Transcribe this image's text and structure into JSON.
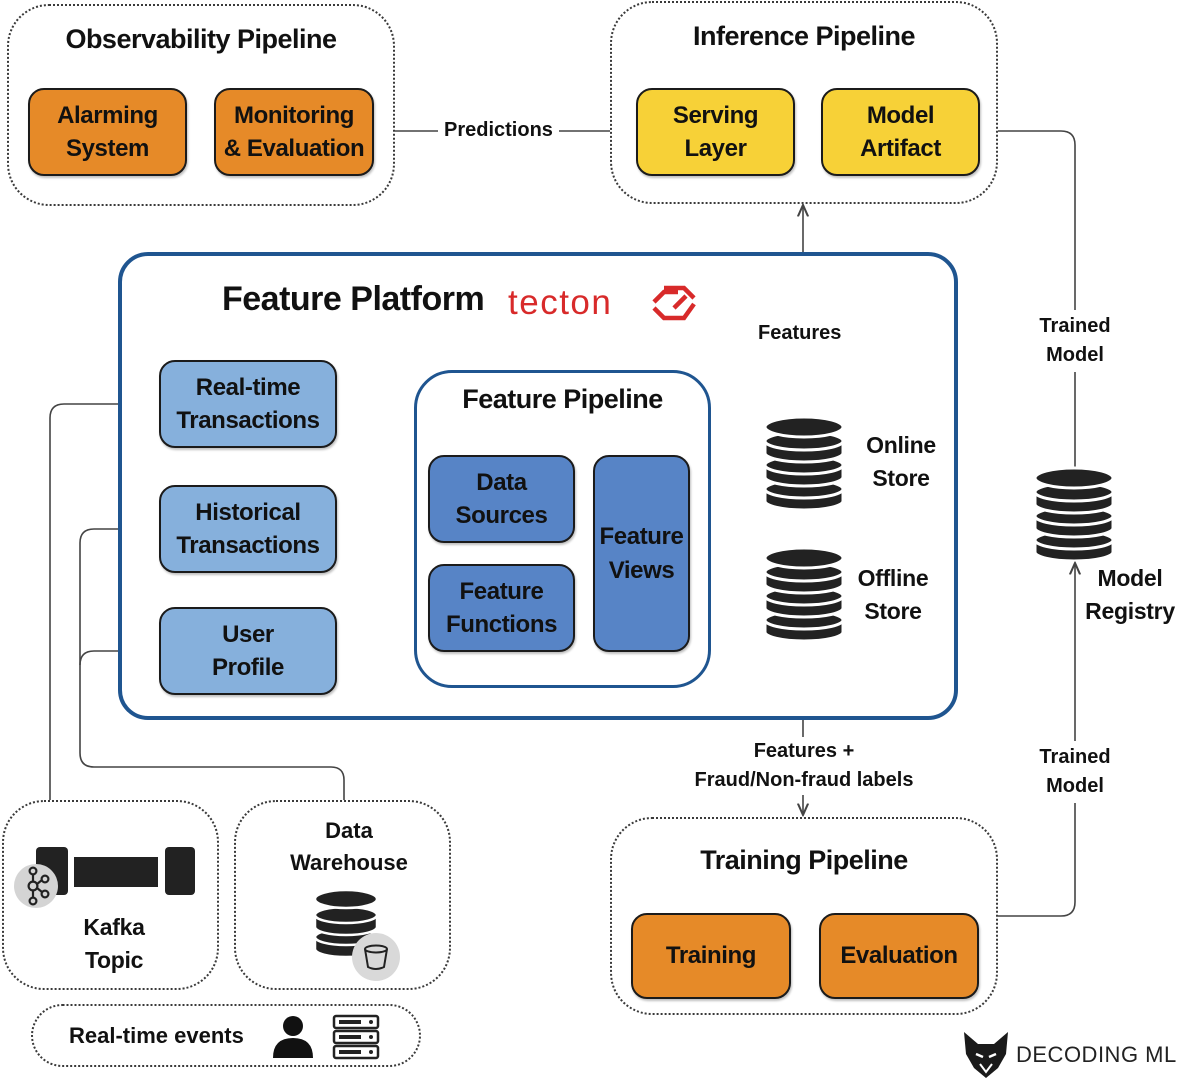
{
  "observability": {
    "title": "Observability Pipeline",
    "alarming": "Alarming\nSystem",
    "monitoring": "Monitoring\n& Evaluation"
  },
  "inference": {
    "title": "Inference Pipeline",
    "serving": "Serving\nLayer",
    "artifact": "Model\nArtifact"
  },
  "platform": {
    "title": "Feature Platform",
    "brand": "tecton"
  },
  "sources": {
    "realtime": "Real-time\nTransactions",
    "historical": "Historical\nTransactions",
    "profile": "User\nProfile"
  },
  "feature_pipeline": {
    "title": "Feature Pipeline",
    "data_sources": "Data\nSources",
    "feature_functions": "Feature\nFunctions",
    "feature_views": "Feature\nViews"
  },
  "stores": {
    "online": "Online\nStore",
    "offline": "Offline\nStore",
    "registry": "Model\nRegistry"
  },
  "edges": {
    "predictions": "Predictions",
    "features": "Features",
    "trained_model_top": "Trained\nModel",
    "trained_model_bottom": "Trained\nModel",
    "features_labels": "Features +\nFraud/Non-fraud labels"
  },
  "training": {
    "title": "Training Pipeline",
    "training": "Training",
    "evaluation": "Evaluation"
  },
  "ingest": {
    "kafka": "Kafka\nTopic",
    "warehouse": "Data\nWarehouse",
    "events": "Real-time events"
  },
  "watermark": "DECODING ML",
  "colors": {
    "orange": "#e68a28",
    "yellow": "#f7d137",
    "light_blue": "#86b0dc",
    "mid_blue": "#5784c6",
    "platform_border": "#1f5590",
    "tecton_red": "#d82a2a"
  }
}
